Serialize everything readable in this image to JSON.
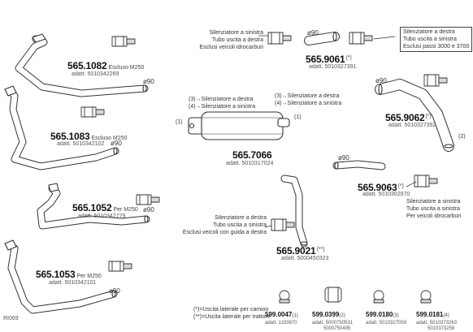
{
  "parts": {
    "p1082": {
      "number": "565.1082",
      "desc": "Escluso M250",
      "ref": "adatt. 5010342269",
      "dia": "ø90"
    },
    "p1083": {
      "number": "565.1083",
      "desc": "Escluso M250",
      "ref": "adatt. 5010342102",
      "dia": "ø90"
    },
    "p1052": {
      "number": "565.1052",
      "desc": "Per M250",
      "ref": "adatt. 5010342779",
      "dia": "ø90"
    },
    "p1053": {
      "number": "565.1053",
      "desc": "Per M250",
      "ref": "adatt. 5010342101",
      "dia": "ø90"
    },
    "p7066": {
      "number": "565.7066",
      "ref": "adatt. 5010317024",
      "end_left": "(1)",
      "end_right": "(1)",
      "notes_left": [
        "(3)→Silenziatore a destra",
        "(4)→Silenziatore a sinistra"
      ],
      "notes_right": [
        "(3)→Silenziatore a destra",
        "(4)→Silenziatore a sinistra"
      ]
    },
    "p9061": {
      "number": "565.9061",
      "suffix": "(*)",
      "ref": "adatt. 5010327391",
      "dia": "ø90",
      "notes": [
        "Silenziatore a sinistra",
        "Tubo uscita a destra",
        "Esclusi veicoli idrocarburi"
      ]
    },
    "p9062": {
      "number": "565.9062",
      "suffix": "(*)",
      "ref": "adatt. 5010327392",
      "dia": "ø90",
      "end": "(2)",
      "notes": [
        "Silenziatore a destra",
        "Tubo uscita a sinistra",
        "Esclusi passi 3000 e 3700"
      ]
    },
    "p9063": {
      "number": "565.9063",
      "suffix": "(*)",
      "ref": "adatt. 5010302870",
      "dia": "ø90",
      "notes": [
        "Silenziatore a sinistra",
        "Tubo uscita a sinistra",
        "Per veicoli idrocarburi"
      ]
    },
    "p9021": {
      "number": "565.9021",
      "suffix": "(**)",
      "ref": "adatt. 5000450323",
      "notes": [
        "Silenziatore a destra",
        "Tubo uscita a sinistra",
        "Esclusi veicoli con guida a destra"
      ]
    }
  },
  "accessories": [
    {
      "number": "599.0047",
      "suffix": "(1)",
      "refs": [
        "adatt. 1193870"
      ]
    },
    {
      "number": "599.0399",
      "suffix": "(2)",
      "refs": [
        "adatt. 5000750531",
        "5000750495"
      ]
    },
    {
      "number": "599.0180",
      "suffix": "(3)",
      "refs": [
        "adatt. 5010327059"
      ]
    },
    {
      "number": "599.0181",
      "suffix": "(4)",
      "refs": [
        "adatt. 5010373263",
        "5010373259"
      ]
    }
  ],
  "legend": [
    "(*)=Uscita laterale per camion",
    "(**)=Uscita laterale per trattore"
  ],
  "footer": {
    "code": "RI069"
  },
  "colors": {
    "line": "#333333",
    "fill": "#ffffff",
    "shade": "#d9d9d9"
  }
}
